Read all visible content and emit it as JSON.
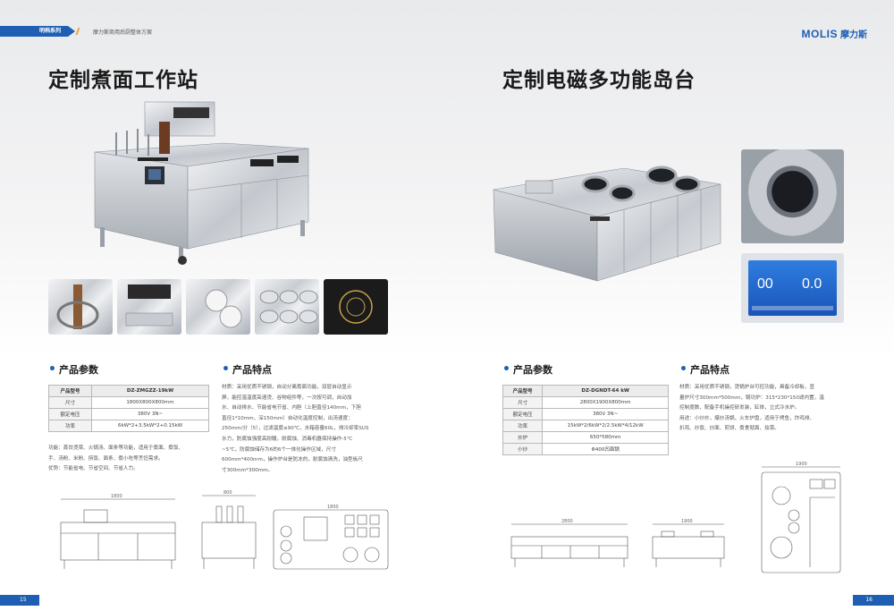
{
  "header": {
    "series": "明档系列",
    "subtitle": "摩力斯商用后厨整体方案"
  },
  "logo": {
    "en": "MOLIS",
    "cn": "摩力斯"
  },
  "left": {
    "title": "定制煮面工作站",
    "params_heading": "产品参数",
    "features_heading": "产品特点",
    "table": {
      "header": [
        "产品型号",
        "DZ-ZMGZZ-19kW"
      ],
      "rows": [
        [
          "尺寸",
          "1800X800X800mm"
        ],
        [
          "额定电压",
          "380V 3N~"
        ],
        [
          "功率",
          "6kW*2+3.5kW*2+0.15kW"
        ]
      ]
    },
    "functions": [
      "功能：蒸饺烫菜、火锅汤、面条等功能，适用于煮面、煮饭、",
      "手、汤粉、米粉、捞饭、面条、煮小吃等烹饪需求。",
      "优势：节能省电、节省空间、节省人力。"
    ],
    "features": [
      "材质：采用优质不锈钢，自动分离煮面功能，双层自动显示",
      "屏，能控温温度高速烫、谷物组件等，一次按可调，自动加",
      "水、自动排水、节能省电节省、内胆（上胆直径140mm，下胆",
      "直径1*10mm，深150mm）自动化温度控制，出汤速度：",
      "250mm/分（5），过滤温度≤90℃，水箱容量60L，排冷却率SUS",
      "水力，防腐蚀强度高耐酸，耐腐蚀、消毒机器保持操作-5℃",
      "~5℃，防腐蚀储存为6的6个一体化操作区域，尺寸",
      "600mm*400mm，操作炉台是防冻的，耐腐蚀清洗，油型板尺",
      "寸300mm*300mm。"
    ],
    "page": "15"
  },
  "right": {
    "title": "定制电磁多功能岛台",
    "params_heading": "产品参数",
    "features_heading": "产品特点",
    "table": {
      "header": [
        "产品型号",
        "DZ-DGNDT-64 kW"
      ],
      "rows": [
        [
          "尺寸",
          "2800X1900X800mm"
        ],
        [
          "额定电压",
          "380V 3N~"
        ],
        [
          "功率",
          "15kW*2/6kW*2/2.5kW*4/12kW"
        ],
        [
          "炒炉",
          "650*580mm"
        ],
        [
          "小炒",
          "Φ400凹面锅"
        ]
      ]
    },
    "features": [
      "材质：采用优质不锈钢，烫锅炉台可控功能，具备冷却板，显",
      "量炉尺寸300mm*500mm，锅功炉：315*230*150滤内置，温",
      "控制度数，配备手机操控研发装，缸体，立式冷水炉。",
      "用途：小炒炒，爆炒汤锅，火车炉盘，适用于烤鱼，炸鸡排、",
      "扒鸡、炒饭、炒面、煎饼、煮食就面、烩菜。"
    ],
    "page": "16",
    "screen": {
      "left_value": "00",
      "right_value": "0.0"
    }
  },
  "drawing_dims": {
    "left_front_width": "1800",
    "left_side_width": "800",
    "left_top_width": "1800",
    "right_front_width": "2800",
    "right_side_width": "1900",
    "right_top_width": "1900"
  },
  "colors": {
    "brand_blue": "#1e5fb4",
    "accent_orange": "#e7a33c"
  }
}
